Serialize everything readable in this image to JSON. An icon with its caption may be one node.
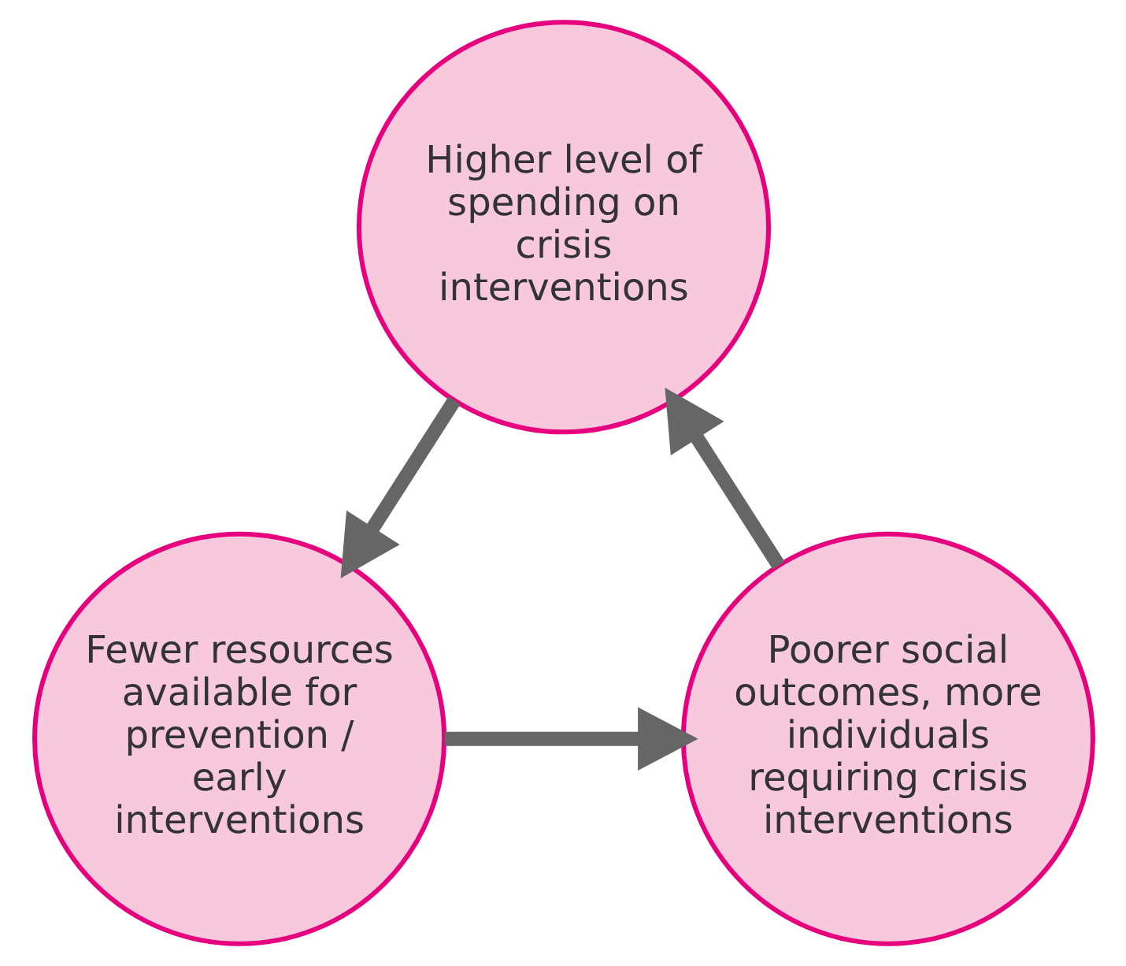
{
  "diagram": {
    "nodes": [
      {
        "text": [
          "Higher level of spending on crisis interventions"
        ]
      },
      {
        "text": [
          "Fewer resources available for prevention / early interventions"
        ]
      },
      {
        "text": [
          "Poorer social outcomes, more individuals requiring crisis interventions"
        ]
      }
    ],
    "edges": [
      {
        "from": 0,
        "to": 1,
        "arrow": "to"
      },
      {
        "from": 1,
        "to": 2,
        "arrow": "to"
      },
      {
        "from": 2,
        "to": 0,
        "arrow": "to"
      }
    ]
  }
}
